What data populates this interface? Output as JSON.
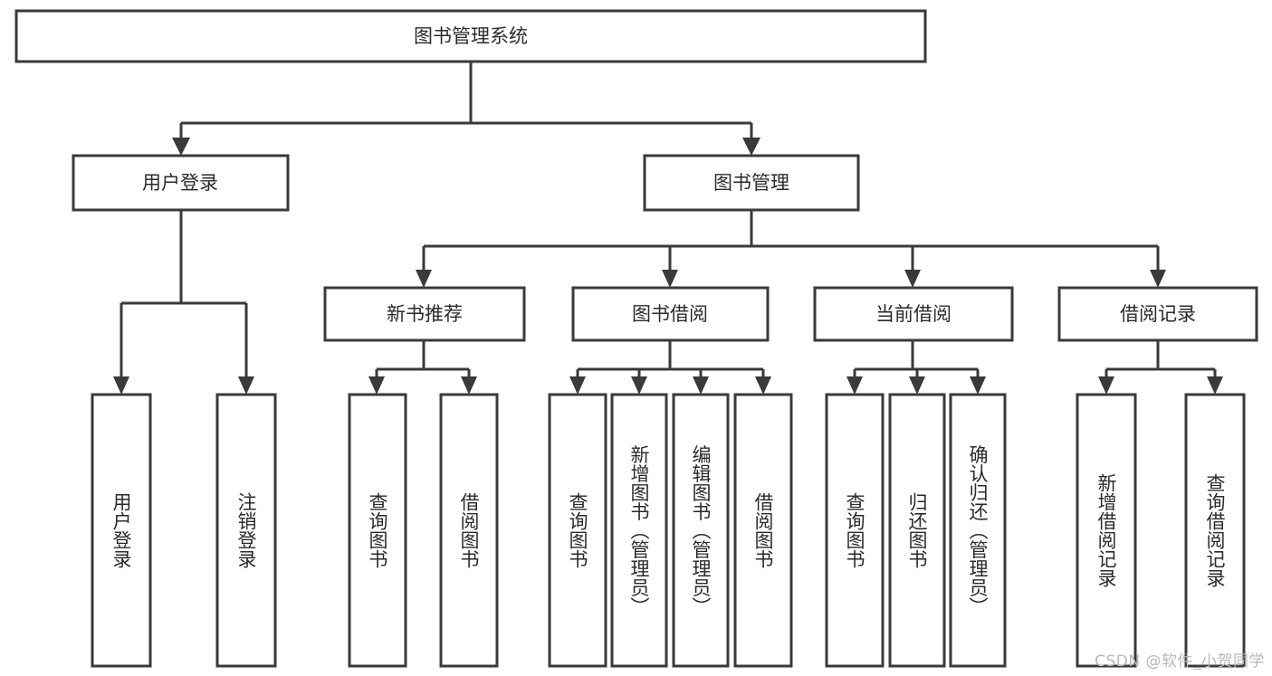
{
  "diagram": {
    "title": "图书管理系统",
    "type": "tree",
    "background_color": "#ffffff",
    "line_color": "#3a3a3a",
    "box_fill": "#ffffff",
    "text_color": "#2b2b2b",
    "root": {
      "id": "root",
      "label": "图书管理系统"
    },
    "level2": [
      {
        "id": "user-login",
        "label": "用户登录"
      },
      {
        "id": "book-management",
        "label": "图书管理"
      }
    ],
    "level3": [
      {
        "id": "new-book-recommend",
        "label": "新书推荐",
        "parent": "book-management"
      },
      {
        "id": "book-borrow",
        "label": "图书借阅",
        "parent": "book-management"
      },
      {
        "id": "current-borrow",
        "label": "当前借阅",
        "parent": "book-management"
      },
      {
        "id": "borrow-record",
        "label": "借阅记录",
        "parent": "book-management"
      }
    ],
    "leaves": {
      "user-login": [
        {
          "id": "leaf-user-login",
          "label": "用户登录"
        },
        {
          "id": "leaf-user-logout",
          "label": "注销登录"
        }
      ],
      "new-book-recommend": [
        {
          "id": "leaf-query-book-1",
          "label": "查询图书"
        },
        {
          "id": "leaf-borrow-book-1",
          "label": "借阅图书"
        }
      ],
      "book-borrow": [
        {
          "id": "leaf-query-book-2",
          "label": "查询图书"
        },
        {
          "id": "leaf-add-book",
          "label": "新增图书（管理员）"
        },
        {
          "id": "leaf-edit-book",
          "label": "编辑图书（管理员）"
        },
        {
          "id": "leaf-borrow-book-2",
          "label": "借阅图书"
        }
      ],
      "current-borrow": [
        {
          "id": "leaf-query-book-3",
          "label": "查询图书"
        },
        {
          "id": "leaf-return-book",
          "label": "归还图书"
        },
        {
          "id": "leaf-confirm-return",
          "label": "确认归还（管理员）"
        }
      ],
      "borrow-record": [
        {
          "id": "leaf-add-record",
          "label": "新增借阅记录"
        },
        {
          "id": "leaf-query-record",
          "label": "查询借阅记录"
        }
      ]
    }
  },
  "watermark": {
    "text": "CSDN @软件_小贺同学"
  }
}
